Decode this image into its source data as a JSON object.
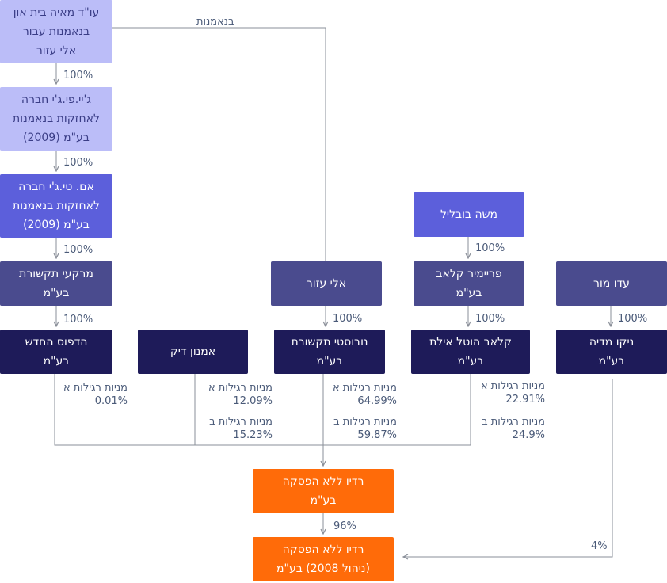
{
  "boxes": {
    "trustee": "עו\"ד מאיה בית און\nבנאמנות עבור\nאלי עזור",
    "jpg": "ג'יי.פי.ג'י חברה\nלאחזקות בנאמנות\nבע\"מ (2009)",
    "mtg": "אם. טי.ג'י חברה\nלאחזקות בנאמנות\nבע\"מ (2009)",
    "markai": "מרקעי תקשורת\nבע\"מ",
    "hadfus": "הדפוס החדש\nבע\"מ",
    "amnon": "אמנון דיק",
    "eli": "אלי עזור",
    "noboosti": "נובוסטי תקשורת\nבע\"מ",
    "moshe": "משה בובליל",
    "premier": "פריימיר קלאב\nבע\"מ",
    "club": "קלאב הוטל אילת\nבע\"מ",
    "ido": "עדו מור",
    "niko": "ניקו מדיה\nבע\"מ",
    "radio": "רדיו ללא הפסקה\nבע\"מ",
    "radio_mgmt": "רדיו ללא הפסקה\n(ניהול 2008) בע\"מ"
  },
  "labels": {
    "trust": "בנאמנות",
    "p1": "100%",
    "p2": "100%",
    "p3": "100%",
    "p4": "100%",
    "p_eli": "100%",
    "p_moshe": "100%",
    "p_premier": "100%",
    "p_ido": "100%",
    "hadfus_a": "מניות רגילות א\n0.01%",
    "amnon_a": "מניות רגילות א\n12.09%",
    "amnon_b": "מניות רגילות ב\n15.23%",
    "noboosti_a": "מניות רגילות א\n64.99%",
    "noboosti_b": "מניות רגילות ב\n59.87%",
    "club_a": "מניות רגילות א\n22.91%",
    "club_b": "מניות רגילות ב\n24.9%",
    "p96": "96%",
    "p4pct": "4%"
  },
  "colors": {
    "lavender": "#bbbdf8",
    "violet": "#5c5fdb",
    "slate": "#4a4b8e",
    "navy": "#1e1b59",
    "orange": "#ff6b09",
    "line": "#8a8f99"
  }
}
